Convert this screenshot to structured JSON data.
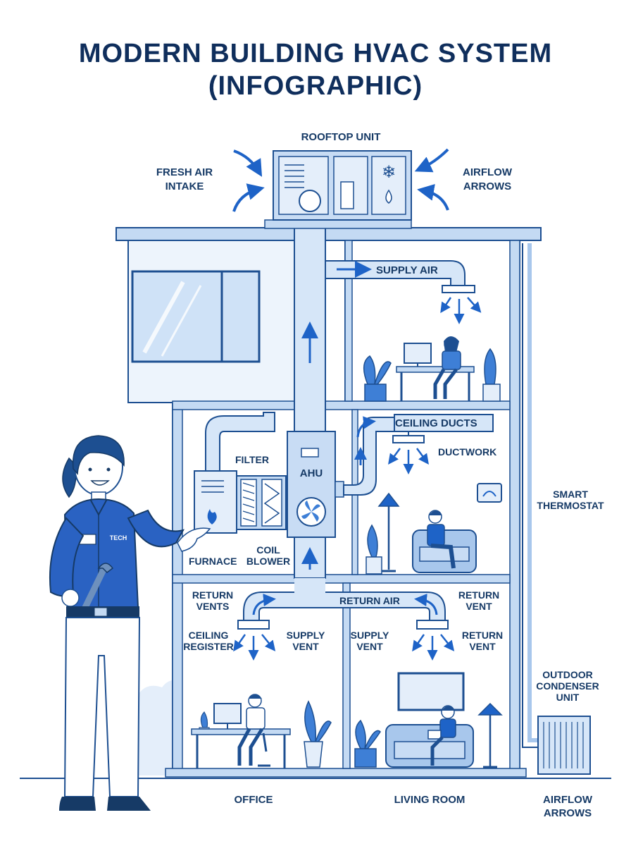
{
  "title": {
    "line1": "MODERN BUILDING HVAC SYSTEM",
    "line2": "(INFOGRAPHIC)"
  },
  "labels": {
    "rooftop_unit": "ROOFTOP UNIT",
    "fresh_air_1": "FRESH AIR",
    "fresh_air_2": "INTAKE",
    "airflow_top_1": "AIRFLOW",
    "airflow_top_2": "ARROWS",
    "supply_air": "SUPPLY AIR",
    "ceiling_ducts": "CEILING DUCTS",
    "ductwork": "DUCTWORK",
    "filter": "FILTER",
    "ahu": "AHU",
    "furnace": "FURNACE",
    "coil_1": "COIL",
    "coil_2": "BLOWER",
    "smart_1": "SMART",
    "smart_2": "THERMOSTAT",
    "return_vents_1": "RETURN",
    "return_vents_2": "VENTS",
    "return_air": "RETURN AIR",
    "return_vent_a_1": "RETURN",
    "return_vent_a_2": "VENT",
    "ceiling_register_1": "CEILING",
    "ceiling_register_2": "REGISTER",
    "supply_vent_a_1": "SUPPLY",
    "supply_vent_a_2": "VENT",
    "supply_vent_b_1": "SUPPLY",
    "supply_vent_b_2": "VENT",
    "return_vent_b_1": "RETURN",
    "return_vent_b_2": "VENT",
    "outdoor_1": "OUTDOOR",
    "outdoor_2": "CONDENSER",
    "outdoor_3": "UNIT",
    "office": "OFFICE",
    "living_room": "LIVING ROOM",
    "airflow_bottom_1": "AIRFLOW",
    "airflow_bottom_2": "ARROWS",
    "tech_badge": "TECH"
  },
  "colors": {
    "navy": "#163a66",
    "outline": "#1d4f91",
    "duct": "#d6e6f8",
    "wall": "#a8c7ec",
    "accent": "#1e63c7"
  }
}
